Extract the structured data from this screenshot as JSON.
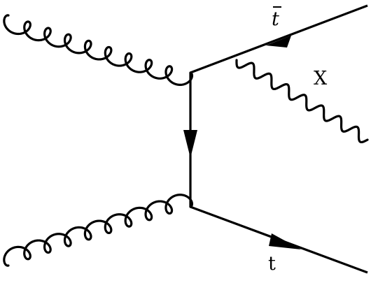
{
  "diagram": {
    "type": "feynman",
    "colors": {
      "line": "#000000",
      "background": "#ffffff"
    },
    "particles": {
      "gluon_top": "gluon",
      "gluon_bottom": "gluon",
      "propagator": "fermion",
      "antitop": "fermion",
      "boson": "photon-wavy",
      "top": "fermion"
    },
    "labels": {
      "antitop_base": "t",
      "boson": "X",
      "top": "t"
    }
  }
}
